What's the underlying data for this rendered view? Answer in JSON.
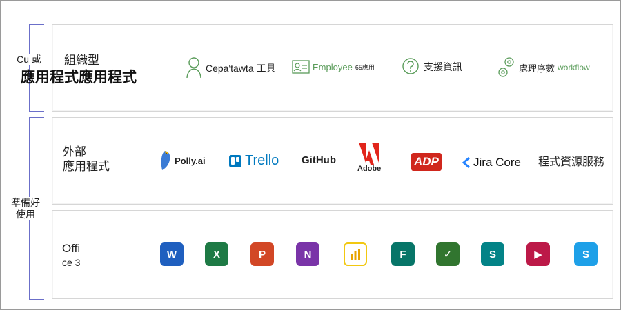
{
  "side": {
    "top_label": "Cu 或",
    "bottom_label_line1": "準備好",
    "bottom_label_line2": "使用"
  },
  "org_row": {
    "title_line1": "組織型",
    "title_line2": "應用程式應用程式",
    "items": [
      {
        "label": "Cepa'tawta 工具",
        "icon": "person-icon"
      },
      {
        "label": "Employee",
        "suffix": "65應用",
        "icon": "id-card-icon"
      },
      {
        "label": "支援資訊",
        "icon": "question-icon"
      },
      {
        "label": "處理序數",
        "suffix": "workflow",
        "icon": "gears-icon"
      }
    ]
  },
  "external_row": {
    "title_line1": "外部",
    "title_line2": "應用程式",
    "logos": [
      "Polly.ai",
      "Trello",
      "GitHub",
      "Adobe",
      "ADP",
      "Jira Core"
    ],
    "trailing_text": "程式資源服務"
  },
  "office_row": {
    "title_line1": "Offi",
    "title_line2": "ce 3",
    "apps": [
      {
        "name": "word-icon",
        "letter": "W",
        "color": "#1f5fbf"
      },
      {
        "name": "excel-icon",
        "letter": "X",
        "color": "#1e7a45"
      },
      {
        "name": "powerpoint-icon",
        "letter": "P",
        "color": "#d24726"
      },
      {
        "name": "onenote-icon",
        "letter": "N",
        "color": "#7a34a8"
      },
      {
        "name": "powerbi-icon",
        "letter": "",
        "color": "#f2c811"
      },
      {
        "name": "forms-icon",
        "letter": "F",
        "color": "#077568"
      },
      {
        "name": "planner-icon",
        "letter": "✓",
        "color": "#31752f"
      },
      {
        "name": "sharepoint-icon",
        "letter": "S",
        "color": "#038387"
      },
      {
        "name": "stream-icon",
        "letter": "▶",
        "color": "#bc1948"
      },
      {
        "name": "skype-icon",
        "letter": "S",
        "color": "#1ea0e8"
      }
    ]
  },
  "colors": {
    "bracket": "#6b6fc9",
    "panel_border": "#d6d6d6",
    "green": "#5a9c5a"
  }
}
